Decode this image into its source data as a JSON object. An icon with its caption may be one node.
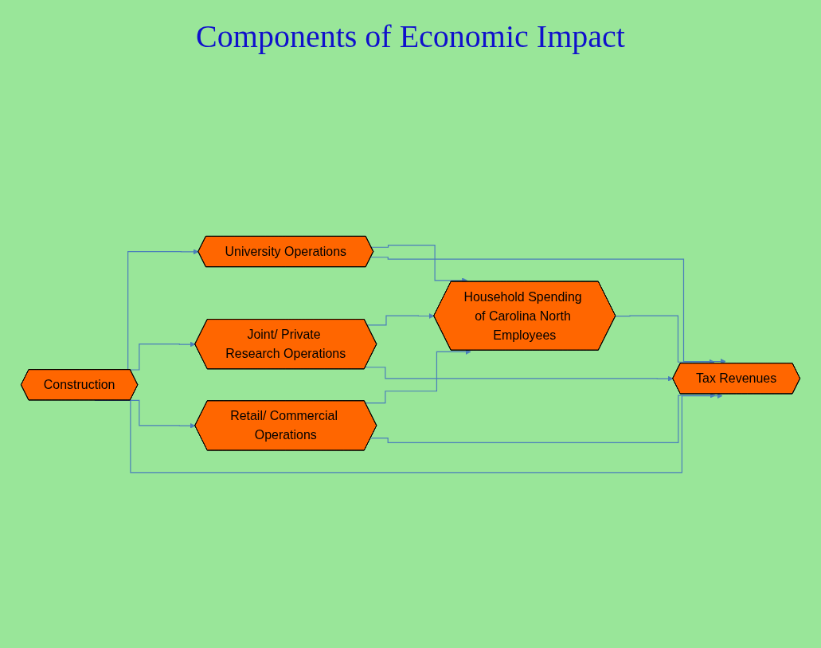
{
  "diagram": {
    "title": "Components of Economic Impact",
    "nodes": [
      {
        "text": [
          "Construction"
        ]
      },
      {
        "text": [
          "University Operations"
        ]
      },
      {
        "text": [
          "Joint/ Private Research Operations"
        ]
      },
      {
        "text": [
          "Retail/ Commercial Operations"
        ]
      },
      {
        "text": [
          "Household Spending of Carolina North Employees"
        ]
      },
      {
        "text": [
          "Tax Revenues"
        ]
      }
    ],
    "edges": [
      {
        "from": 0,
        "to": 1,
        "arrow": "to"
      },
      {
        "from": 0,
        "to": 2,
        "arrow": "to"
      },
      {
        "from": 0,
        "to": 3,
        "arrow": "to"
      },
      {
        "from": 1,
        "to": 4,
        "arrow": "to"
      },
      {
        "from": 2,
        "to": 4,
        "arrow": "to"
      },
      {
        "from": 3,
        "to": 4,
        "arrow": "to"
      },
      {
        "from": 1,
        "to": 5,
        "arrow": "to"
      },
      {
        "from": 2,
        "to": 5,
        "arrow": "to"
      },
      {
        "from": 3,
        "to": 5,
        "arrow": "to"
      },
      {
        "from": 4,
        "to": 5,
        "arrow": "to"
      },
      {
        "from": 0,
        "to": 5,
        "arrow": "to"
      }
    ]
  }
}
